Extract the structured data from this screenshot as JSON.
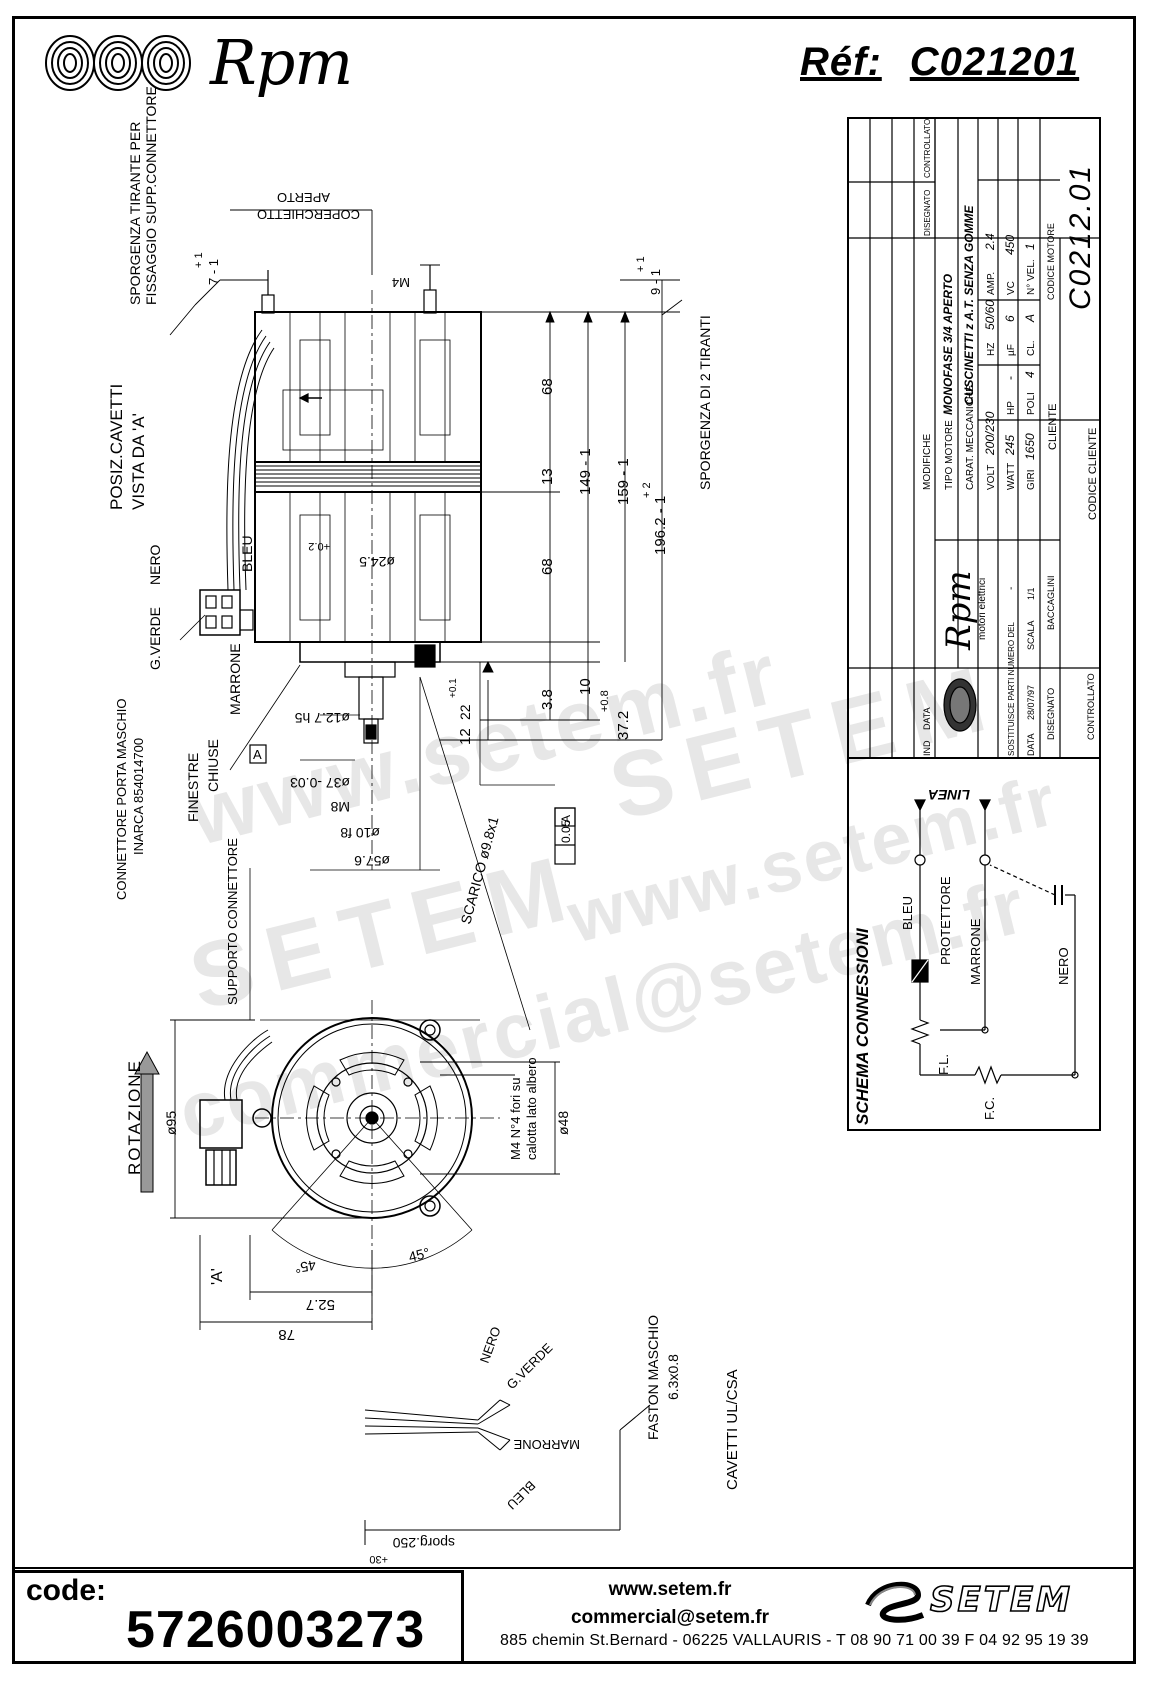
{
  "header": {
    "brand": "Rpm",
    "ref_label": "Réf:",
    "ref_value": "C021201"
  },
  "drawing": {
    "labels": {
      "sporgenza_tirante": "SPORGENZA TIRANTE PER",
      "fissaggio": "FISSAGGIO SUPP.CONNETTORE",
      "tol_7": "7 - 1",
      "tol_plus1a": "+ 1",
      "coperchietto": "COPERCHIETTO",
      "aperto": "APERTO",
      "m4": "M4",
      "tol_9": "9 - 1",
      "tol_plus1b": "+ 1",
      "sporgenza_2_tiranti": "SPORGENZA DI 2 TIRANTI",
      "posiz_cavetti": "POSIZ.CAVETTI",
      "vista_da_a": "VISTA DA 'A'",
      "dim_68a": "68",
      "dim_13": "13",
      "dim_68b": "68",
      "dim_149": "149 - 1",
      "dim_159": "159 - 1",
      "dim_1962": "196.2 - 1",
      "dim_plus2": "+ 2",
      "bleu": "BLEU",
      "nero": "NERO",
      "phi_245": "ø24.5",
      "tol_02": "+0.2",
      "g_verde": "G.VERDE",
      "marrone": "MARRONE",
      "dim_38": "3.8",
      "dim_10": "10",
      "dim_372": "37.2",
      "tol_08": "+0.8",
      "dim_12": "12",
      "dim_22": "22",
      "tol_01": "+0.1",
      "phi_127": "ø12.7 h5",
      "finestre": "FINESTRE",
      "chiuse": "CHIUSE",
      "datum_a": "A",
      "phi_37": "ø37 -0.03",
      "m8": "M8",
      "phi_10_f8": "ø10 f8",
      "phi_576": "ø57.6",
      "tol_005": "0.05",
      "tol_005_ref": "A",
      "scarico": "SCARICO ø9.8x1",
      "connettore": "CONNETTORE PORTA MASCHIO",
      "inarca": "INARCA 854014700",
      "supporto": "SUPPORTO CONNETTORE",
      "rotazione": "ROTAZIONE",
      "phi_95": "ø95",
      "m4_fori": "M4 N°4 fori su",
      "calotta": "calotta lato albero",
      "phi_48": "ø48",
      "ang_45a": "45°",
      "ang_45b": "45°",
      "vista_a": "'A'",
      "dim_527": "52.7",
      "dim_78": "78",
      "cab_nero": "NERO",
      "cab_gverde": "G.VERDE",
      "cab_marrone": "MARRONE",
      "cab_bleu": "BLEU",
      "faston": "FASTON MASCHIO",
      "faston_size": "6.3x0.8",
      "cavetti": "CAVETTI UL/CSA",
      "sporg": "sporg.250",
      "tol_30": "+30"
    }
  },
  "title_block": {
    "modifiche": "MODIFICHE",
    "disegnato": "DISEGNATO",
    "controllato": "CONTROLLATO",
    "tipo_motore_label": "TIPO MOTORE",
    "tipo_motore": "MONOFASE 3/4 APERTO",
    "carat_label": "CARAT. MECCANICHE",
    "carat": "CUSCINETTI z A.T. SENZA GOMME",
    "volt_label": "VOLT",
    "volt": "200/230",
    "hz_label": "HZ",
    "hz": "50/60",
    "amp_label": "AMP.",
    "amp": "2.4",
    "watt_label": "WATT",
    "watt": "245",
    "hp_label": "HP",
    "hp": "-",
    "uf_label": "µF",
    "uf": "6",
    "vc_label": "VC",
    "vc": "450",
    "giri_label": "GIRI",
    "giri": "1650",
    "poli_label": "POLI",
    "poli": "4",
    "cl_label": "CL.",
    "cl": "A",
    "nvel_label": "N° VEL.",
    "nvel": "1",
    "cliente": "CLIENTE",
    "codice_motore": "CODICE MOTORE",
    "codice_motore_value": "C0212.01",
    "codice_cliente": "CODICE CLIENTE",
    "brand": "Rpm",
    "brand_sub": "motori elettrici",
    "ind": "IND",
    "data": "DATA",
    "sostituisce": "SOSTITUISCE PARTI NUMERO DEL",
    "sost_val": "-",
    "data_label": "DATA",
    "data_value": "28/07/97",
    "scala_label": "SCALA",
    "scala_value": "1/1",
    "disegnato2": "DISEGNATO",
    "baccaglini": "BACCAGLINI",
    "controllato2": "CONTROLLATO"
  },
  "schema": {
    "title": "SCHEMA CONNESSIONI",
    "linea": "LINEA",
    "bleu": "BLEU",
    "protettore": "PROTETTORE",
    "marrone": "MARRONE",
    "nero": "NERO",
    "fl": "F.L.",
    "fc": "F.C."
  },
  "footer": {
    "code_label": "code:",
    "code_value": "5726003273",
    "website": "www.setem.fr",
    "email": "commercial@setem.fr",
    "address": "885 chemin St.Bernard  -  06225 VALLAURIS  -  T 08 90 71 00 39  F 04 92 95 19 39",
    "company": "SETEM"
  },
  "watermark": {
    "line1": "SETEM",
    "line2": "commercial@setem.fr",
    "line3": "www.setem.fr"
  }
}
